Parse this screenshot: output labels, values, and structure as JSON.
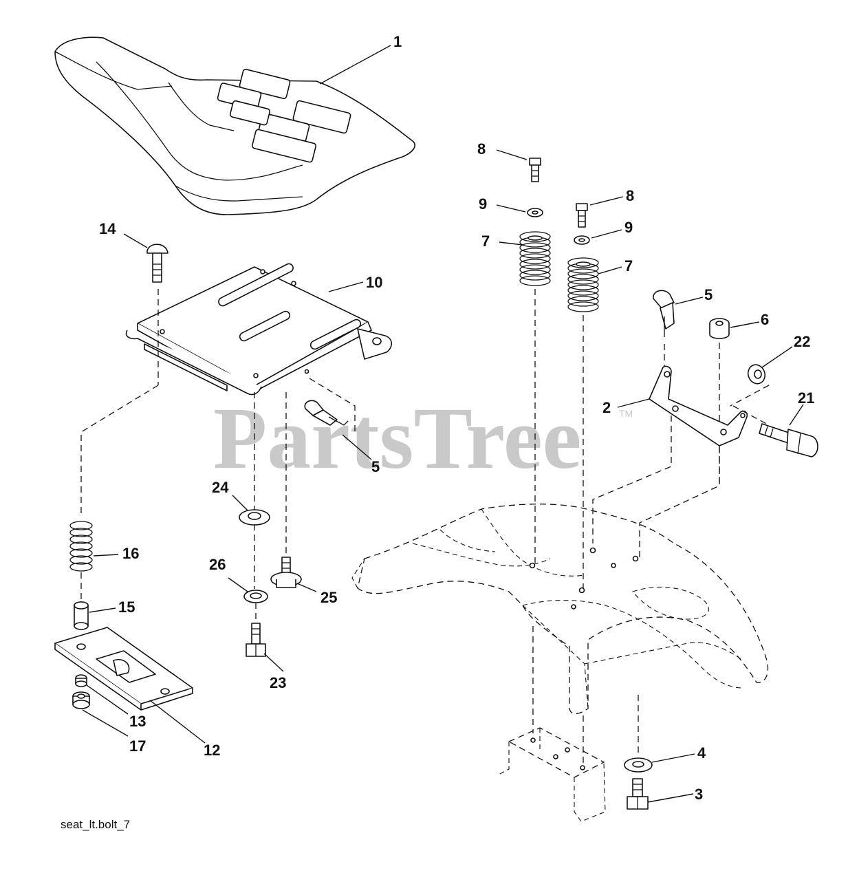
{
  "diagram": {
    "caption": "seat_lt.bolt_7",
    "watermark": "PartsTree",
    "trademark": "TM",
    "callouts": {
      "seat": "1",
      "bracket": "2",
      "bolt_bottom": "3",
      "washer_bottom": "4",
      "clip_left": "5",
      "clip_right": "5",
      "nut_right": "6",
      "spring_left": "7",
      "spring_right": "7",
      "bolt_top_left": "8",
      "bolt_top_right": "8",
      "washer_top_left": "9",
      "washer_top_right": "9",
      "seat_pan": "10",
      "slide_plate": "12",
      "nut_small": "13",
      "carriage_bolt": "14",
      "spacer": "15",
      "spring_small": "16",
      "flange_nut": "17",
      "shoulder_bolt": "21",
      "locknut": "22",
      "screw_bottom": "23",
      "washer_large": "24",
      "flange_bolt": "25",
      "lock_washer": "26"
    }
  }
}
